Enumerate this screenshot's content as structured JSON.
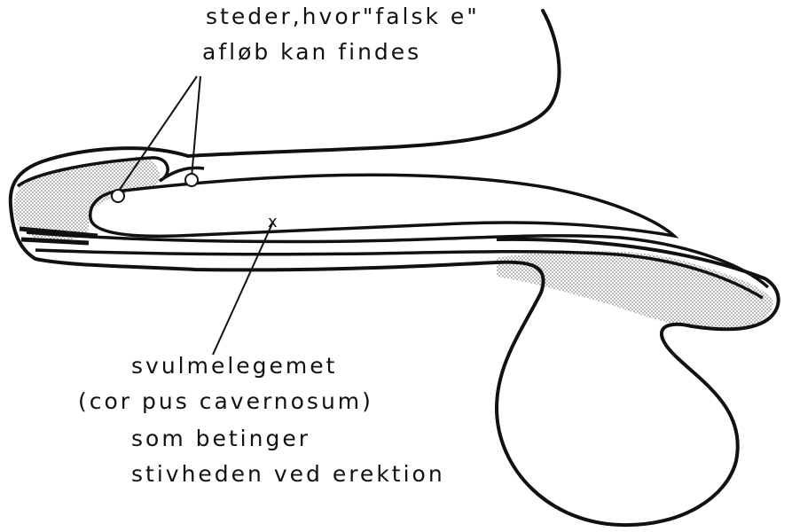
{
  "labels": {
    "top_line1": "steder,hvor\"falsk e\"",
    "top_line2": "afløb kan findes",
    "bottom_line1": "svulmelegemet",
    "bottom_line2": "(cor pus cavernosum)",
    "bottom_line3": "som betinger",
    "bottom_line4": "stivheden ved erektion"
  },
  "marker": "x",
  "colors": {
    "line": "#111111",
    "shading": "#c9c9c9",
    "background": "#ffffff"
  }
}
